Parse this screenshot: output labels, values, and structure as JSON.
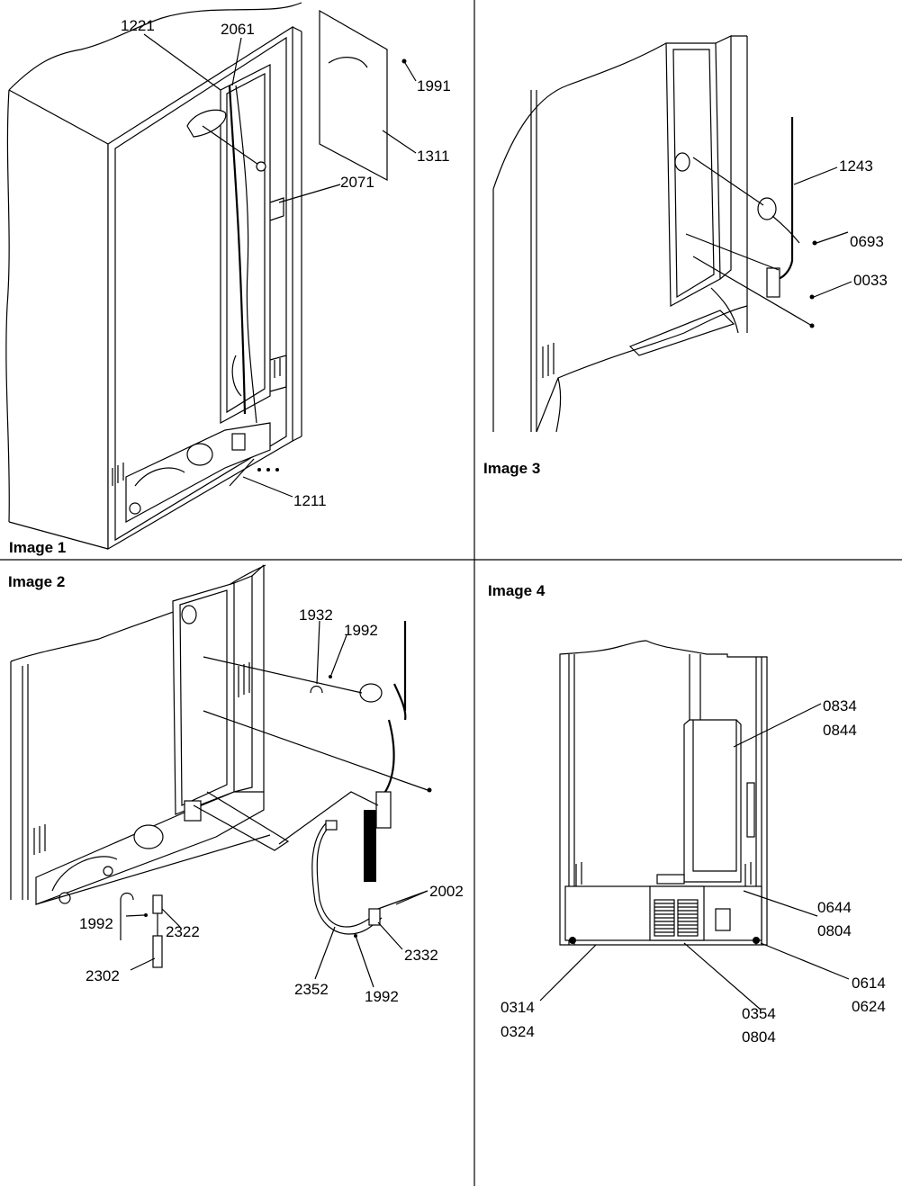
{
  "panels": {
    "image1": {
      "caption": "Image 1",
      "callouts": [
        "1221",
        "2061",
        "1991",
        "1311",
        "2071",
        "1211"
      ]
    },
    "image2": {
      "caption": "Image 2",
      "callouts": [
        "1932",
        "1992",
        "2002",
        "1992",
        "2322",
        "2302",
        "2332",
        "2352",
        "1992"
      ]
    },
    "image3": {
      "caption": "Image 3",
      "callouts": [
        "1243",
        "0693",
        "0033"
      ]
    },
    "image4": {
      "caption": "Image 4",
      "callouts": [
        "0834",
        "0844",
        "0644",
        "0804",
        "0614",
        "0624",
        "0314",
        "0324",
        "0354",
        "0804"
      ]
    }
  }
}
